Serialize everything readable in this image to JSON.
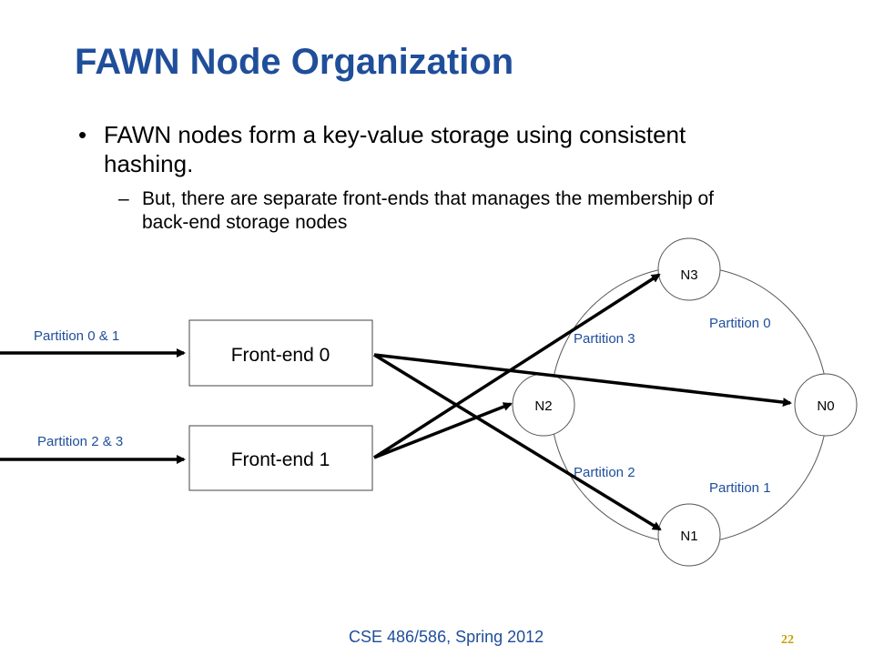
{
  "slide": {
    "title": "FAWN Node Organization",
    "bullet": "FAWN nodes form a key-value storage using consistent hashing.",
    "sub_bullet": "But, there are separate front-ends that manages the membership of back-end storage nodes",
    "bullet_marker": "•",
    "sub_marker": "–",
    "footer": "CSE 486/586, Spring 2012",
    "page_number": "22"
  },
  "diagram": {
    "frontends": {
      "fe0": "Front-end 0",
      "fe1": "Front-end 1"
    },
    "inputs": {
      "in0": "Partition 0 & 1",
      "in1": "Partition 2 & 3"
    },
    "nodes": {
      "n3": "N3",
      "n2": "N2",
      "n0": "N0",
      "n1": "N1"
    },
    "partitions": {
      "p0": "Partition 0",
      "p1": "Partition 1",
      "p2": "Partition 2",
      "p3": "Partition 3"
    },
    "colors": {
      "title": "#1f4e9a",
      "partition_label": "#1f4e9a",
      "page_number": "#c8a000",
      "arrow": "#000000"
    }
  }
}
